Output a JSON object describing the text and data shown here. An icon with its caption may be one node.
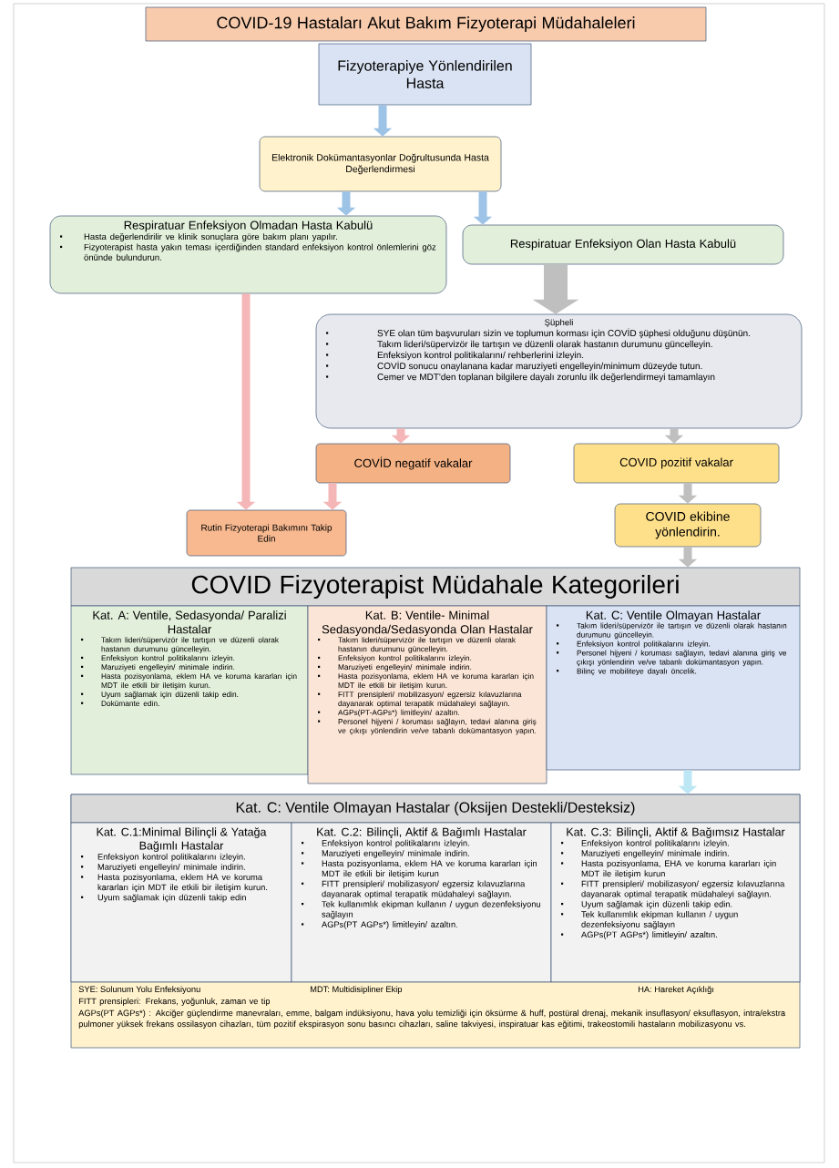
{
  "diagram": {
    "nodes": [
      {
        "text": [
          "COVID-19 Hastaları Akut Bakım Fizyoterapi Müdahaleleri"
        ]
      },
      {
        "text": [
          "Fizyoterapiye Yönlendirilen Hasta"
        ]
      },
      {
        "text": [
          "Elektronik Dokümantasyonlar Doğrultusunda Hasta Değerlendirmesi"
        ]
      },
      {
        "text": [
          "Respiratuar Enfeksiyon Olmadan Hasta Kabulü",
          "Hasta değerlendirilir ve klinik sonuçlara göre bakım planı yapılır.",
          "Fizyoterapist hasta yakın teması içerdiğinden standard enfeksiyon kontrol önlemlerini göz önünde bulundurun."
        ]
      },
      {
        "text": [
          "Respiratuar Enfeksiyon Olan Hasta Kabulü"
        ]
      },
      {
        "text": [
          "Şüpheli",
          "SYE olan tüm başvuruları sizin ve toplumun korması için COVİD şüphesi olduğunu düşünün.",
          "Takım lideri/süpervizör ile tartışın ve düzenli olarak hastanın durumunu güncelleyin.",
          "Enfeksiyon kontrol politikalarını/ rehberlerini izleyin.",
          "COVİD sonucu onaylanana kadar maruziyeti engelleyin/minimum düzeyde tutun.",
          "Cemer ve MDT'den toplanan bilgilere dayalı zorunlu ilk değerlendirmeyi tamamlayın"
        ]
      },
      {
        "text": [
          "COVİD negatif vakalar"
        ]
      },
      {
        "text": [
          "COVID pozitif vakalar"
        ]
      },
      {
        "text": [
          "Rutin Fizyoterapi Bakımını Takip Edin"
        ]
      },
      {
        "text": [
          "COVID ekibine yönlendirin."
        ]
      },
      {
        "text": [
          "COVID Fizyoterapist Müdahale Kategorileri"
        ]
      },
      {
        "text": [
          "Kat. A: Ventile, Sedasyonda/ Paralizi Hastalar",
          "Takım lideri/süpervizör ile tartışın ve düzenli olarak hastanın durumunu güncelleyin.",
          "Enfeksiyon kontrol politikalarını izleyin.",
          "Maruziyeti engelleyin/ minimale indirin.",
          "Hasta pozisyonlama, eklem HA ve koruma kararları için MDT ile etkili bir iletişim kurun.",
          "Uyum sağlamak için düzenli takip edin.",
          "Dokümante edin."
        ]
      },
      {
        "text": [
          "Kat. B: Ventile- Minimal Sedasyonda/Sedasyonda Olan Hastalar",
          "Takım lideri/süpervizör ile tartışın ve düzenli olarak hastanın durumunu güncelleyin.",
          "Enfeksiyon kontrol politikalarını izleyin.",
          "Maruziyeti engelleyin/ minimale indirin.",
          "Hasta pozisyonlama, eklem HA ve koruma kararları için MDT ile etkili bir iletişim kurun.",
          "FITT prensipleri/ mobilizasyon/ egzersiz kılavuzlarına dayanarak optimal terapatik müdahaleyi sağlayın.",
          "AGPs(PT-AGPs*) limitleyin/ azaltın.",
          "Personel hijyeni / koruması sağlayın, tedavi alanına giriş ve çıkışı yönlendirin ve/ve tabanlı dokümantasyon yapın."
        ]
      },
      {
        "text": [
          "Kat. C: Ventile Olmayan Hastalar",
          "Takım lideri/süpervizör ile tartışın ve düzenli olarak hastanın durumunu güncelleyin.",
          "Enfeksiyon kontrol politikalarını izleyin.",
          "Personel hijyeni / koruması sağlayın, tedavi alanına giriş ve çıkışı yönlendirin ve/ve tabanlı dokümantasyon yapın.",
          "Bilinç ve mobiliteye dayalı öncelik."
        ]
      },
      {
        "text": [
          "Kat. C: Ventile Olmayan Hastalar (Oksijen Destekli/Desteksiz)"
        ]
      },
      {
        "text": [
          "Kat. C.1:Minimal Bilinçli & Yatağa Bağımlı Hastalar",
          "Enfeksiyon kontrol politikalarını izleyin.",
          "Maruziyeti engelleyin/ minimale indirin.",
          "Hasta pozisyonlama, eklem HA ve koruma kararları için MDT ile etkili bir iletişim kurun.",
          "Uyum sağlamak için düzenli takip edin"
        ],
        "in": 14
      },
      {
        "text": [
          "Kat. C.2: Bilinçli, Aktif & Bağımlı Hastalar",
          "Enfeksiyon kontrol politikalarını izleyin.",
          "Maruziyeti engelleyin/ minimale indirin.",
          "Hasta pozisyonlama, eklem HA ve koruma kararları için MDT ile etkili bir iletişim kurun",
          "FITT prensipleri/ mobilizasyon/ egzersiz kılavuzlarına dayanarak optimal terapatik müdahaleyi sağlayın.",
          "Tek kullanımlık ekipman kullanın / uygun dezenfeksiyonu sağlayın",
          "AGPs(PT AGPs*) limitleyin/ azaltın."
        ],
        "in": 14
      },
      {
        "text": [
          "Kat. C.3: Bilinçli, Aktif & Bağımsız Hastalar",
          "Enfeksiyon kontrol politikalarını izleyin.",
          "Maruziyeti engelleyin/ minimale indirin.",
          "Hasta pozisyonlama, EHA ve koruma kararları için MDT ile iletişim kurun",
          "FITT prensipleri/ mobilizasyon/ egzersiz kılavuzlarına dayanarak optimal terapatik müdahaleyi sağlayın.",
          "Uyum sağlamak için düzenli takip edin.",
          "Tek kullanımlık ekipman kullanın / uygun dezenfeksiyonu sağlayın",
          "AGPs(PT AGPs*) limitleyin/ azaltın."
        ],
        "in": 14
      },
      {
        "text": [
          "SYE: Solunum Yolu Enfeksiyonu",
          "MDT: Multidisipliner Ekip",
          "HA: Hareket Açıklığı",
          "FITT prensipleri: Frekans, yoğunluk, zaman ve tip",
          "AGPs(PT AGPs*) : Akciğer güçlendirme manevraları, emme, balgam indüksiyonu, hava yolu temizliği için öksürme & huff, postüral drenaj, mekanik insuflasyon/ eksuflasyon, intra/ekstra pulmoner yüksek frekans ossilasyon cihazları, tüm pozitif ekspirasyon sonu basıncı cihazları, saline takviyesi, inspiratuar kas eğitimi, trakeostomili hastaların mobilizasyonu vs."
        ]
      }
    ],
    "edges": [
      {
        "from": 1,
        "to": 2,
        "arrow": "to",
        "color": "#9dc3e6"
      },
      {
        "from": 2,
        "to": 3,
        "arrow": "to",
        "color": "#9dc3e6"
      },
      {
        "from": 2,
        "to": 4,
        "arrow": "to",
        "color": "#9dc3e6"
      },
      {
        "from": 3,
        "to": 8,
        "arrow": "to",
        "color": "#f4b6b6"
      },
      {
        "from": 4,
        "to": 5,
        "arrow": "to",
        "style": "thick"
      },
      {
        "from": 5,
        "to": 6,
        "arrow": "to",
        "color": "#f4b6b6"
      },
      {
        "from": 5,
        "to": 7,
        "arrow": "to"
      },
      {
        "from": 6,
        "to": 8,
        "arrow": "to",
        "color": "#f4b6b6"
      },
      {
        "from": 7,
        "to": 9,
        "arrow": "to"
      },
      {
        "from": 9,
        "to": 10,
        "arrow": "to"
      },
      {
        "from": 13,
        "to": 14,
        "arrow": "to",
        "color": "#bde7f5"
      }
    ]
  }
}
